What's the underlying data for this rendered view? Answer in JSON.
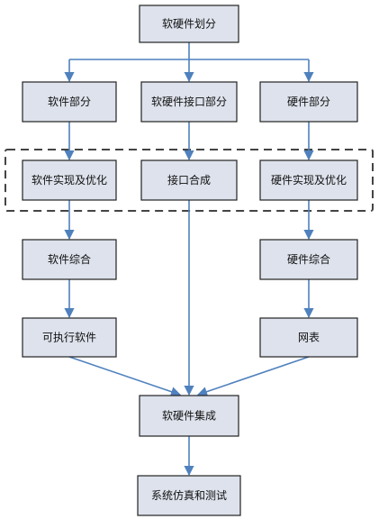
{
  "nodes": {
    "root": "软硬件划分",
    "software_part": "软件部分",
    "interface_part": "软硬件接口部分",
    "hardware_part": "硬件部分",
    "software_impl": "软件实现及优化",
    "interface_synth": "接口合成",
    "hardware_impl": "硬件实现及优化",
    "software_synth": "软件综合",
    "hardware_synth": "硬件综合",
    "executable": "可执行软件",
    "netlist": "网表",
    "integration": "软硬件集成",
    "simulation": "系统仿真和测试"
  },
  "colors": {
    "box_fill": "#dde2ec",
    "box_border": "#222222",
    "arrow": "#4f81bd",
    "dashed_frame": "#444444"
  }
}
